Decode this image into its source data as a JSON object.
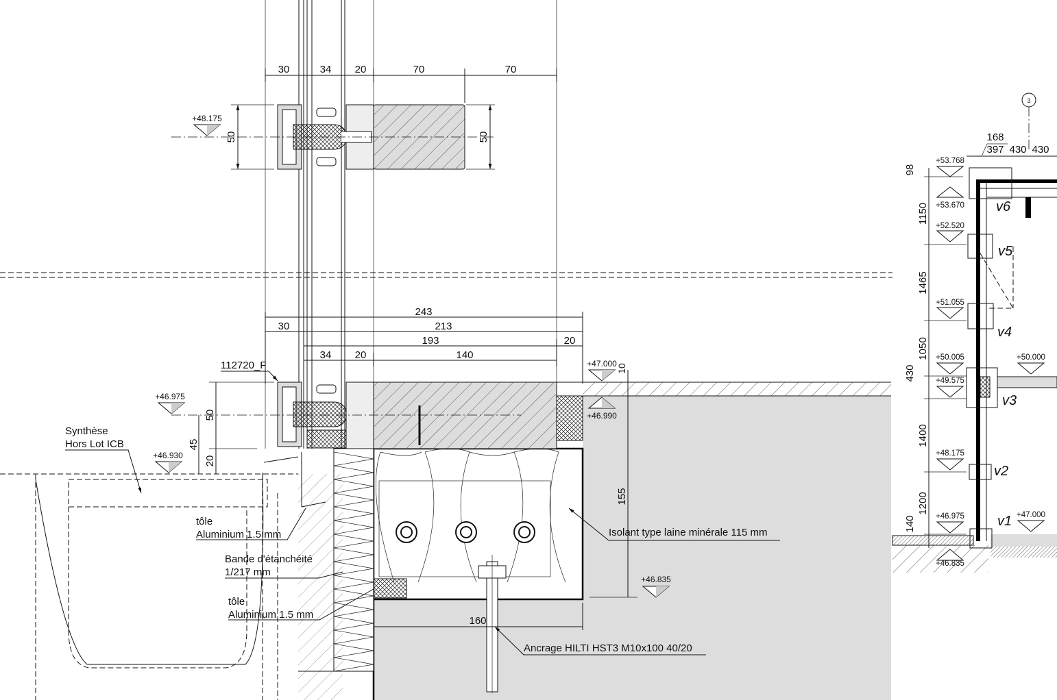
{
  "top_detail": {
    "dims": [
      "30",
      "34",
      "20",
      "70",
      "70"
    ],
    "level": "+48.175",
    "height_left": "50",
    "height_right": "50"
  },
  "bottom_detail": {
    "dims": {
      "overall": "243",
      "d213": "213",
      "d30": "30",
      "d193": "193",
      "d20a": "20",
      "d34": "34",
      "d20b": "20",
      "d140": "140",
      "d10": "10",
      "d155": "155",
      "d160": "160",
      "d50": "50",
      "d45": "45",
      "d20c": "20"
    },
    "levels": {
      "l46975": "+46.975",
      "l46930": "+46.930",
      "l47000": "+47.000",
      "l46990": "+46.990",
      "l46835": "+46.835"
    },
    "labels": {
      "profile": "112720_F",
      "synthese_1": "Synthèse",
      "synthese_2": "Hors Lot ICB",
      "tole1_1": "tôle",
      "tole1_2": "Aluminium 1.5 mm",
      "bande_1": "Bande d'étanchéité",
      "bande_2": "1/217 mm",
      "tole2_1": "tôle",
      "tole2_2": "Aluminium 1.5 mm",
      "isolant": "Isolant type laine minérale 115 mm",
      "ancrage": "Ancrage HILTI HST3 M10x100 40/20"
    }
  },
  "elevation": {
    "grid": "3",
    "top_dims": [
      "168",
      "397",
      "430",
      "430"
    ],
    "levels": [
      "+53.768",
      "+53.670",
      "+52.520",
      "+51.055",
      "+50.005",
      "+49.575",
      "+48.175",
      "+46.975",
      "+46.835",
      "+50.000",
      "+47.000"
    ],
    "heights": [
      "98",
      "1150",
      "1465",
      "1050",
      "430",
      "1400",
      "1200",
      "140"
    ],
    "tags": [
      "v6",
      "v5",
      "v4",
      "v3",
      "v2",
      "v1"
    ]
  }
}
